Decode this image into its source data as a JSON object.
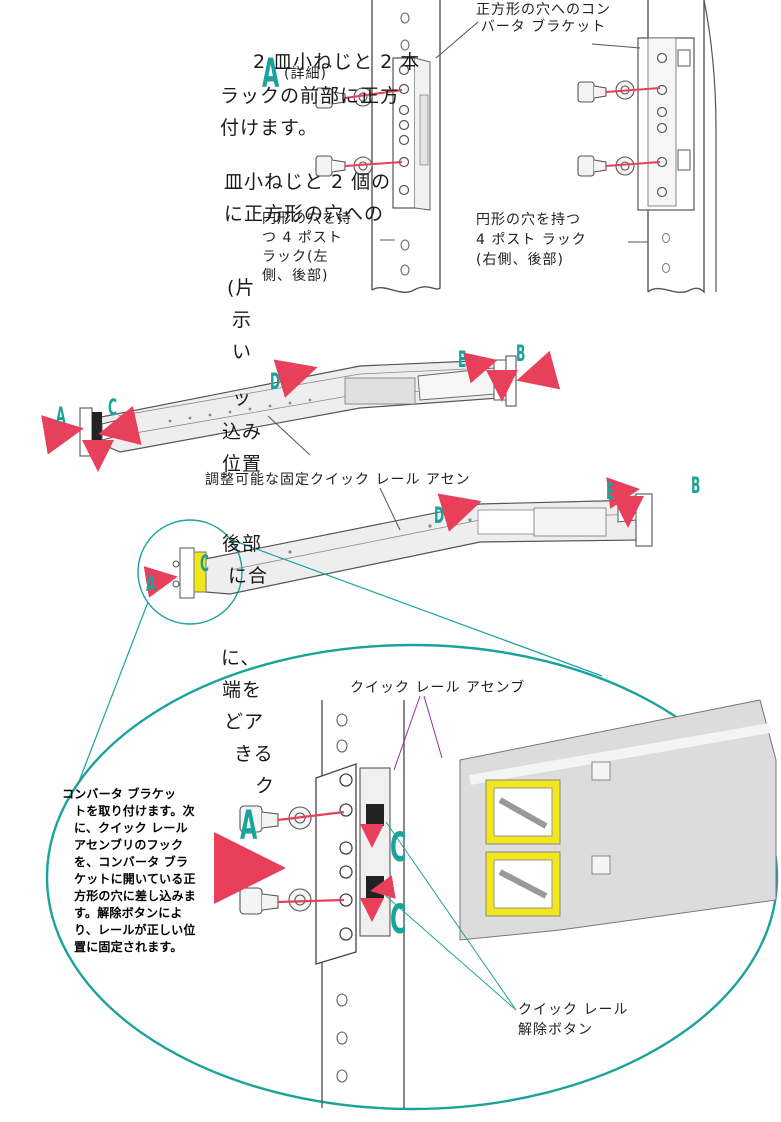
{
  "side_text": {
    "line1": "2 皿小ねじと 2 本",
    "line2": "ラックの前部に正方",
    "line3": "付けます。",
    "line4": "皿小ねじと 2 個の",
    "line5": "に正方形の穴への",
    "line6": "(片",
    "line7": "示",
    "line8": "い",
    "line9": "ッ",
    "line10": "込み",
    "line11": "位置",
    "line12": "後部",
    "line13": "に合",
    "line14": "に、",
    "line15": "端を",
    "line16": "どア",
    "line17": "きる",
    "line18": "ク"
  },
  "detail": {
    "marker": "A",
    "detail_label": "(詳細)",
    "bracket_label": [
      "正方形の穴へのコン",
      "バータ ブラケット"
    ],
    "left_rack_label": [
      "円形の穴を持",
      "つ 4 ポスト",
      "ラック(左",
      "側、後部)"
    ],
    "right_rack_label": [
      "円形の穴を持つ",
      "4 ポスト ラック",
      "(右側、後部)"
    ]
  },
  "rails": {
    "marker_a": "A",
    "marker_b": "B",
    "marker_c": "C",
    "marker_d": "D",
    "marker_e": "E",
    "assembly_label": "調整可能な固定クイック レール アセン"
  },
  "zoom": {
    "assembly_label": "クイック レール アセンブ",
    "marker_a": "A",
    "marker_c": "C",
    "release_label": [
      "クイック レール",
      "解除ボタン"
    ],
    "instructions": [
      "コンバータ ブラケッ",
      "トを取り付けます。次",
      "に、クイック レール",
      "アセンブリのフック",
      "を、コンバータ ブラ",
      "ケットに開いている正",
      "方形の穴に差し込みま",
      "す。解除ボタンによ",
      "り、レールが正しい位",
      "置に固定されます。"
    ]
  },
  "colors": {
    "marker": "#1aa39a",
    "arrow": "#e8405a",
    "zoom_outline": "#1aa39a",
    "callout_line": "#9b2d8e",
    "label_yellow": "#f2e61c"
  }
}
